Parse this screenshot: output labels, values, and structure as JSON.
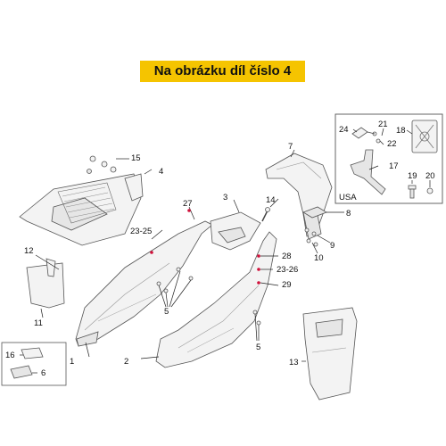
{
  "banner": {
    "text": "Na obrázku díl číslo 4",
    "color": "#f5c400"
  },
  "accent_dot_color": "#d0103a",
  "callouts": {
    "c1": "1",
    "c2": "2",
    "c3": "3",
    "c4": "4",
    "c5a": "5",
    "c5b": "5",
    "c6": "6",
    "c7": "7",
    "c8": "8",
    "c9": "9",
    "c10": "10",
    "c11": "11",
    "c12": "12",
    "c13": "13",
    "c14": "14",
    "c15": "15",
    "c16": "16",
    "c17": "17",
    "c18": "18",
    "c19": "19",
    "c20": "20",
    "c21": "21",
    "c22": "22",
    "c24": "24",
    "c2325": "23-25",
    "c2326": "23-26",
    "c27": "27",
    "c28": "28",
    "c29": "29"
  },
  "usa_label": "USA"
}
